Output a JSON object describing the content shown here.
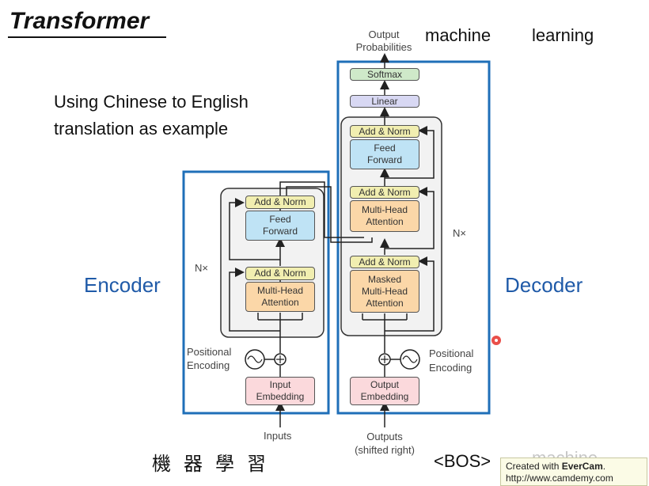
{
  "title": "Transformer",
  "subtitle_line1": "Using Chinese to English",
  "subtitle_line2": "translation as example",
  "encoder_label": "Encoder",
  "decoder_label": "Decoder",
  "encoder": {
    "nx": "N×",
    "add_norm": "Add & Norm",
    "feed_forward": [
      "Feed",
      "Forward"
    ],
    "multi_head": [
      "Multi-Head",
      "Attention"
    ],
    "positional": [
      "Positional",
      "Encoding"
    ],
    "embedding": [
      "Input",
      "Embedding"
    ],
    "inputs": "Inputs"
  },
  "decoder": {
    "nx": "N×",
    "add_norm": "Add & Norm",
    "feed_forward": [
      "Feed",
      "Forward"
    ],
    "multi_head": [
      "Multi-Head",
      "Attention"
    ],
    "masked": [
      "Masked",
      "Multi-Head",
      "Attention"
    ],
    "positional": [
      "Positional",
      "Encoding"
    ],
    "embedding": [
      "Output",
      "Embedding"
    ],
    "outputs": [
      "Outputs",
      "(shifted right)"
    ],
    "linear": "Linear",
    "softmax": "Softmax",
    "output_probs": [
      "Output",
      "Probabilities"
    ]
  },
  "output_words": [
    "machine",
    "learning"
  ],
  "chinese_input": "機器學習",
  "bos_token": "<BOS>",
  "watermark_ghost": "machine",
  "watermark_line1": "Created with",
  "watermark_brand": "EverCam",
  "watermark_line2": "http://www.camdemy.com",
  "colors": {
    "frame_blue": "#1f6fb8",
    "label_blue": "#1f5aa8",
    "add_norm": "#f1eeb0",
    "feed_forward": "#bfe3f5",
    "attention": "#fbd7a8",
    "embedding": "#fbd9dc",
    "linear": "#d8d8f3",
    "softmax": "#cfe9c9",
    "cursor_dot": "#e5302a"
  }
}
